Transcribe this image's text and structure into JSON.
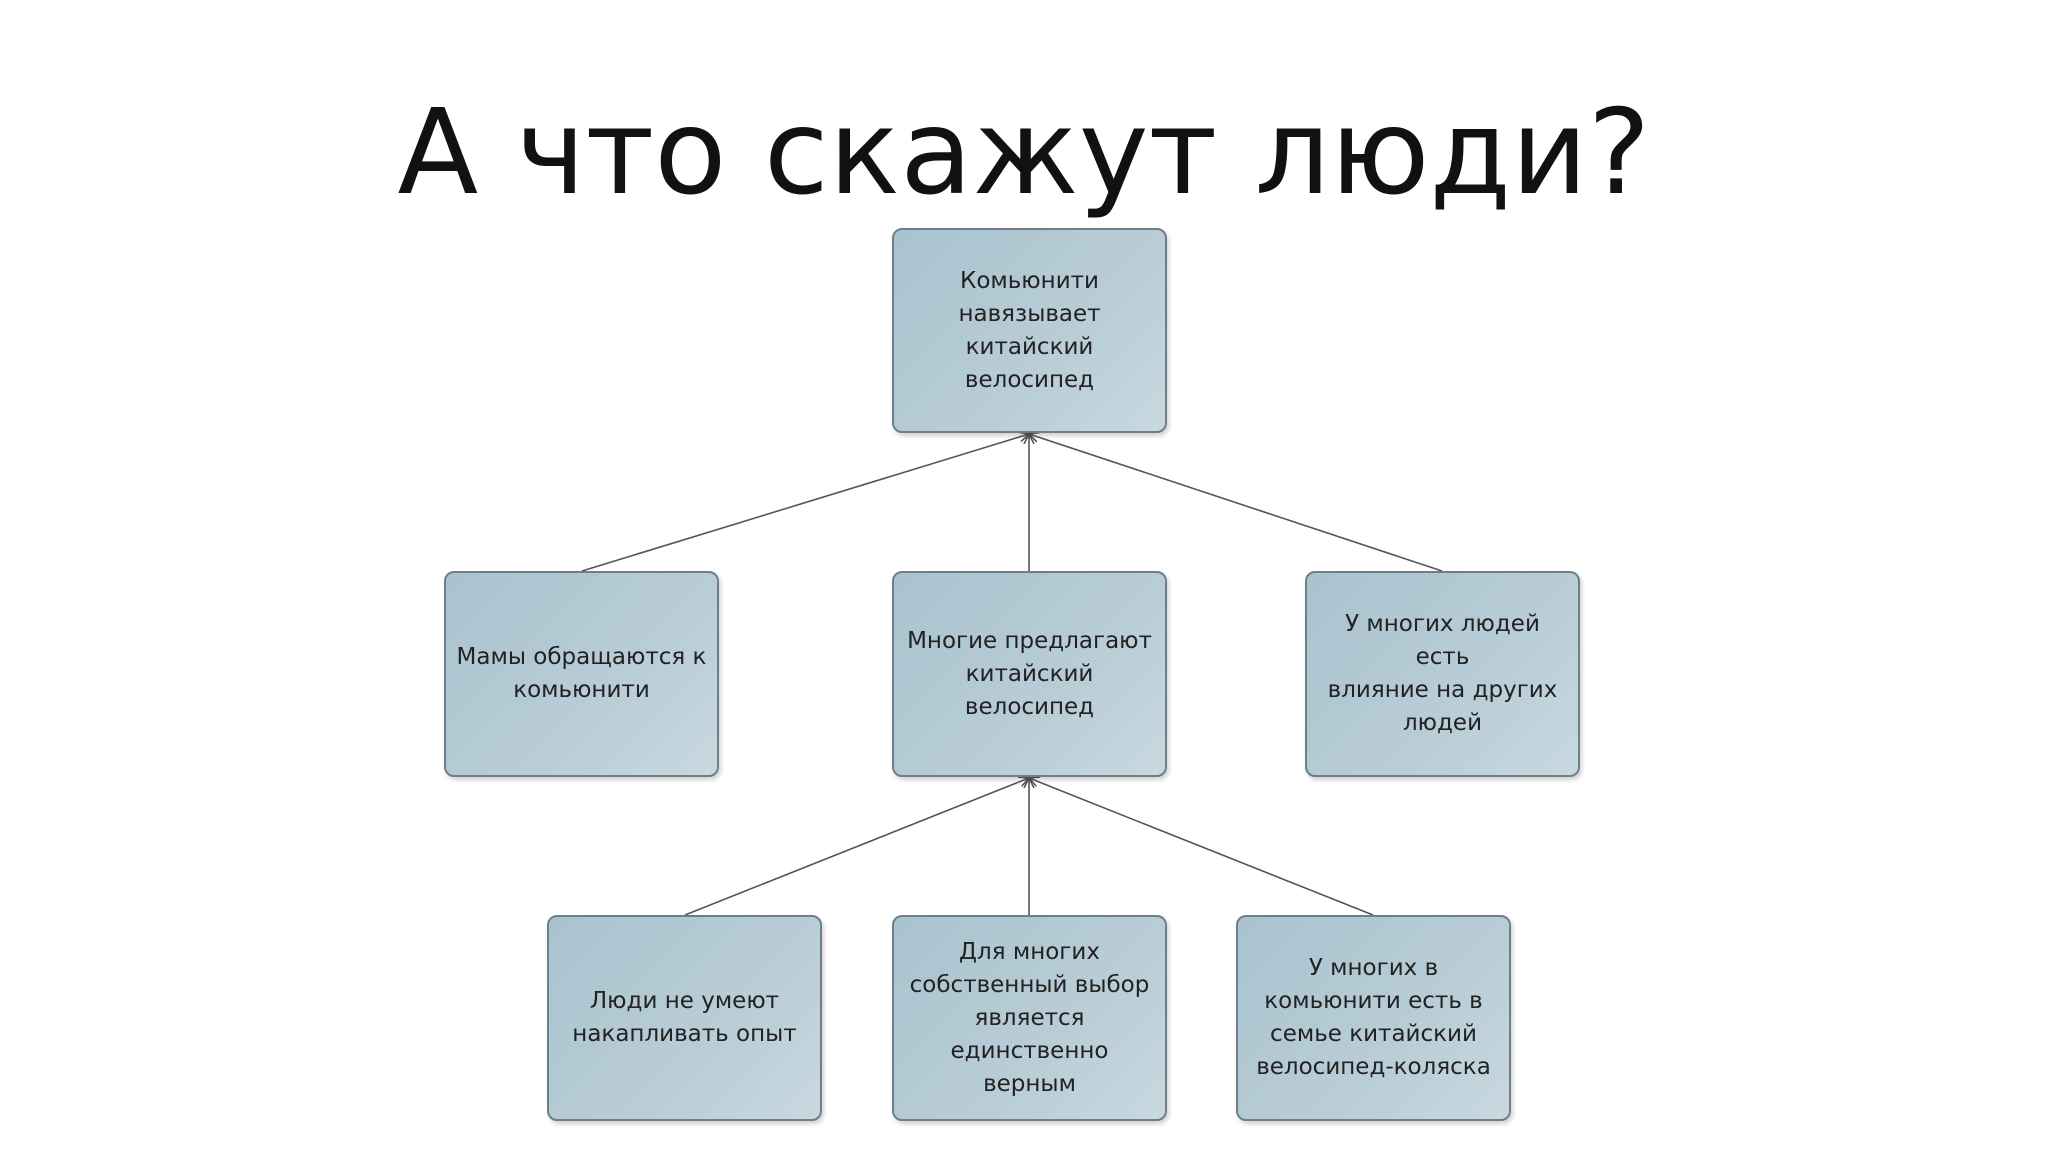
{
  "slide": {
    "title": "А что скажут люди?"
  },
  "diagram": {
    "root": "Комьюнити\nнавязывает\nкитайский велосипед",
    "level2": [
      "Мамы обращаются к\nкомьюнити",
      "Многие предлагают\nкитайский велосипед",
      "У многих людей есть\nвлияние на других\nлюдей"
    ],
    "level3": [
      "Люди не умеют\nнакапливать опыт",
      "Для многих\nсобственный выбор\nявляется\nединственно верным",
      "У многих в\nкомьюнити есть в\nсемье китайский\nвелосипед-коляска"
    ],
    "colors": {
      "node_fill": "#b7ccd6",
      "node_border": "#6f7f87",
      "connector": "#555555"
    }
  }
}
